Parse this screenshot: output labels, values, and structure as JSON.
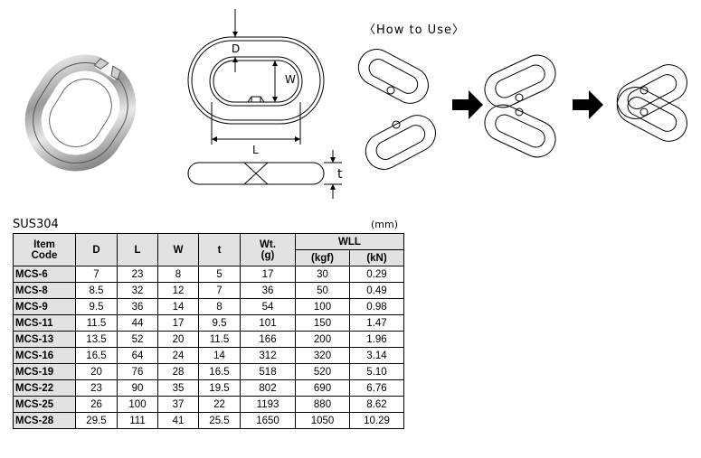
{
  "header": {
    "how_to_use": "〈How to Use〉",
    "material": "SUS304",
    "unit": "(mm)"
  },
  "diagram": {
    "labels": {
      "d": "D",
      "w": "W",
      "l": "L",
      "t": "t"
    }
  },
  "table": {
    "headers": {
      "item_code_1": "Item",
      "item_code_2": "Code",
      "d": "D",
      "l": "L",
      "w": "W",
      "t": "t",
      "wt_1": "Wt.",
      "wt_2": "(g)",
      "wll": "WLL",
      "kgf": "(kgf)",
      "kn": "(kN)"
    },
    "rows": [
      [
        "MCS-6",
        "7",
        "23",
        "8",
        "5",
        "17",
        "30",
        "0.29"
      ],
      [
        "MCS-8",
        "8.5",
        "32",
        "12",
        "7",
        "36",
        "50",
        "0.49"
      ],
      [
        "MCS-9",
        "9.5",
        "36",
        "14",
        "8",
        "54",
        "100",
        "0.98"
      ],
      [
        "MCS-11",
        "11.5",
        "44",
        "17",
        "9.5",
        "101",
        "150",
        "1.47"
      ],
      [
        "MCS-13",
        "13.5",
        "52",
        "20",
        "11.5",
        "166",
        "200",
        "1.96"
      ],
      [
        "MCS-16",
        "16.5",
        "64",
        "24",
        "14",
        "312",
        "320",
        "3.14"
      ],
      [
        "MCS-19",
        "20",
        "76",
        "28",
        "16.5",
        "518",
        "520",
        "5.10"
      ],
      [
        "MCS-22",
        "23",
        "90",
        "35",
        "19.5",
        "802",
        "690",
        "6.76"
      ],
      [
        "MCS-25",
        "26",
        "100",
        "37",
        "22",
        "1193",
        "880",
        "8.62"
      ],
      [
        "MCS-28",
        "29.5",
        "111",
        "41",
        "25.5",
        "1650",
        "1050",
        "10.29"
      ]
    ]
  }
}
